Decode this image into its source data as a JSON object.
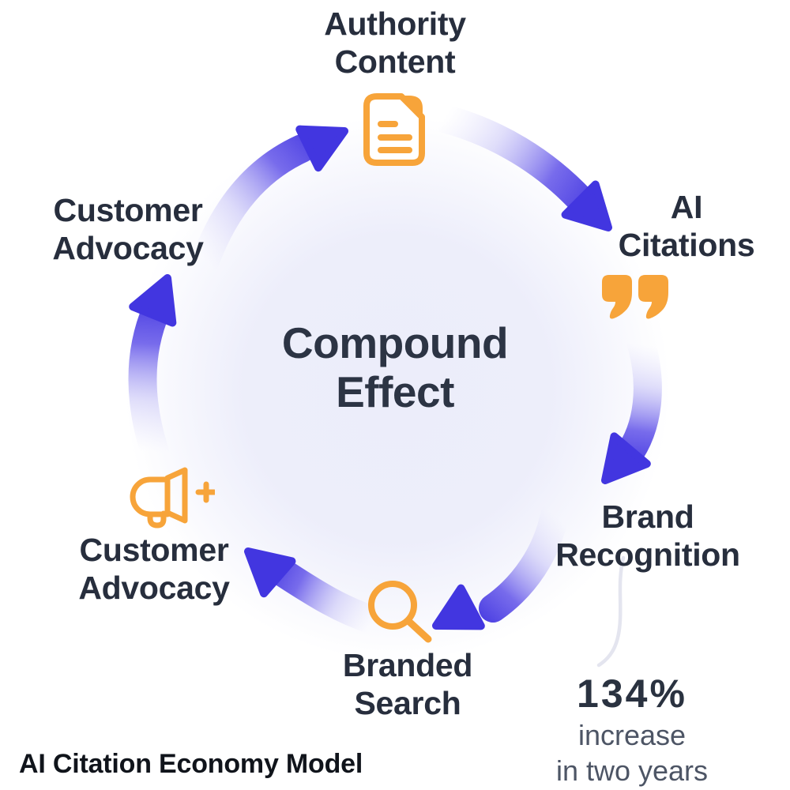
{
  "footer": {
    "title": "AI Citation Economy Model"
  },
  "center": {
    "line1": "Compound",
    "line2": "Effect"
  },
  "nodes": {
    "authority": {
      "line1": "Authority",
      "line2": "Content",
      "icon": "document-icon"
    },
    "ai_citations": {
      "line1": "AI",
      "line2": "Citations",
      "icon": "quote-icon"
    },
    "brand_recognition": {
      "line1": "Brand",
      "line2": "Recognition"
    },
    "branded_search": {
      "line1": "Branded",
      "line2": "Search",
      "icon": "search-icon"
    },
    "customer_advocacy_bottom": {
      "line1": "Customer",
      "line2": "Advocacy",
      "icon": "megaphone-plus-icon"
    },
    "customer_advocacy_top": {
      "line1": "Customer",
      "line2": "Advocacy"
    }
  },
  "stat": {
    "value": "134%",
    "line1": "increase",
    "line2": "in two years"
  },
  "colors": {
    "arrow_blue": "#4236E0",
    "icon_orange": "#F7A43A",
    "text_dark": "#272E3D",
    "text_muted": "#4D5565",
    "halo_lavender": "#EBECFA",
    "connector_gray": "#E4E5EF"
  }
}
